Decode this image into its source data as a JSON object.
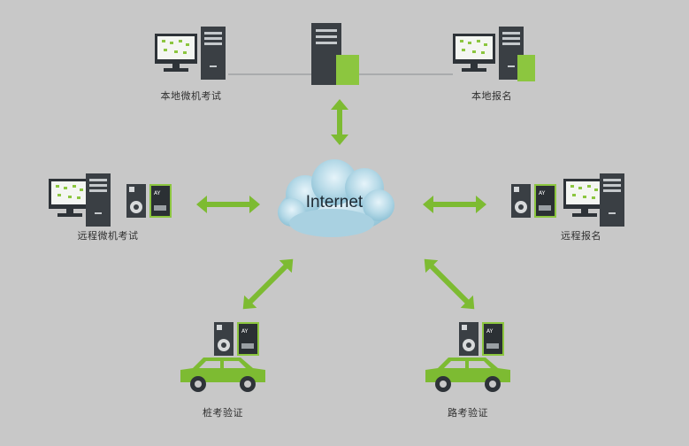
{
  "center": {
    "label": "Internet"
  },
  "nodes": {
    "local_exam": "本地微机考试",
    "local_signup": "本地报名",
    "remote_exam": "远程微机考试",
    "remote_signup": "远程报名",
    "pile_test": "桩考验证",
    "road_test": "路考验证"
  },
  "colors": {
    "background": "#c8c8c8",
    "accent_green": "#7dbb32",
    "device_dark": "#3a3f44",
    "cloud_blue": "#b9dbe8"
  }
}
